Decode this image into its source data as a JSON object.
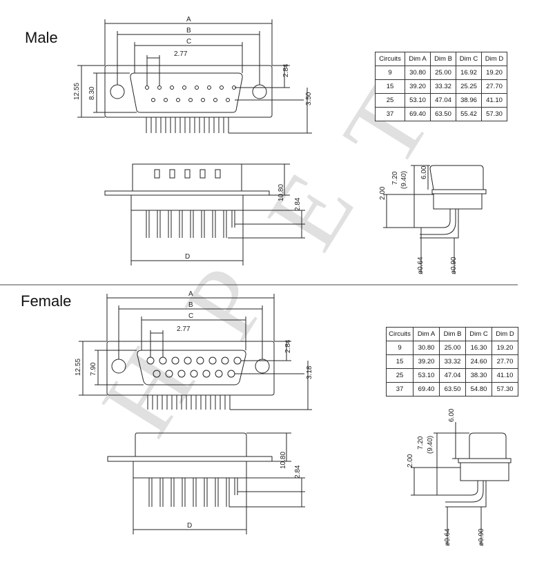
{
  "sections": {
    "male": "Male",
    "female": "Female"
  },
  "watermark": [
    "H",
    "P",
    "E",
    "T"
  ],
  "male": {
    "dims": {
      "a": "A",
      "b": "B",
      "c": "C",
      "pitch": "2.77",
      "h1": "12.55",
      "h2": "8.30",
      "top": "2.84",
      "side": "3.50",
      "d": "D",
      "body": "10.80",
      "pin_h": "2.84",
      "s1": "2.00",
      "s2a": "7.20",
      "s2b": "(9.40)",
      "s3": "6.00",
      "p1": "ø0.64",
      "p2": "ø0.90"
    },
    "table": {
      "headers": [
        "Circuits",
        "Dim A",
        "Dim B",
        "Dim C",
        "Dim D"
      ],
      "rows": [
        [
          "9",
          "30.80",
          "25.00",
          "16.92",
          "19.20"
        ],
        [
          "15",
          "39.20",
          "33.32",
          "25.25",
          "27.70"
        ],
        [
          "25",
          "53.10",
          "47.04",
          "38.96",
          "41.10"
        ],
        [
          "37",
          "69.40",
          "63.50",
          "55.42",
          "57.30"
        ]
      ]
    }
  },
  "female": {
    "dims": {
      "a": "A",
      "b": "B",
      "c": "C",
      "pitch": "2.77",
      "h1": "12.55",
      "h2": "7.90",
      "top": "2.84",
      "side": "3.18",
      "d": "D",
      "body": "10.80",
      "pin_h": "2.84",
      "s1": "2.00",
      "s2a": "7.20",
      "s2b": "(9.40)",
      "s3": "6.00",
      "p1": "ø0.64",
      "p2": "ø0.90"
    },
    "table": {
      "headers": [
        "Circuits",
        "Dim A",
        "Dim B",
        "Dim C",
        "Dim D"
      ],
      "rows": [
        [
          "9",
          "30.80",
          "25.00",
          "16.30",
          "19.20"
        ],
        [
          "15",
          "39.20",
          "33.32",
          "24.60",
          "27.70"
        ],
        [
          "25",
          "53.10",
          "47.04",
          "38.30",
          "41.10"
        ],
        [
          "37",
          "69.40",
          "63.50",
          "54.80",
          "57.30"
        ]
      ]
    }
  }
}
